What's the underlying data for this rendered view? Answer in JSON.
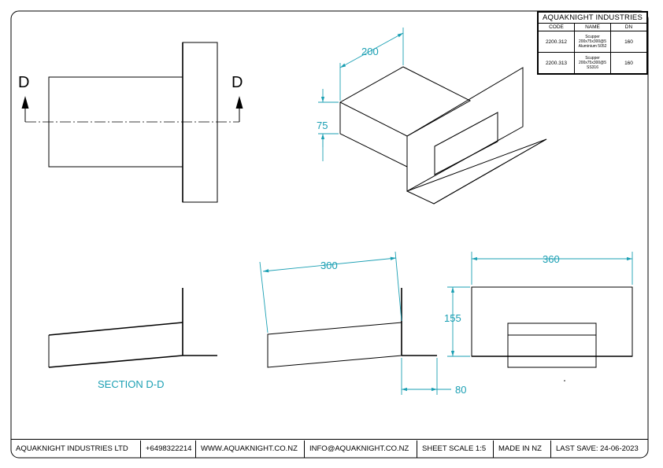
{
  "title_block": {
    "company": "AQUAKNIGHT INDUSTRIES",
    "headers": {
      "code": "CODE",
      "name": "NAME",
      "dn": "DN"
    },
    "rows": [
      {
        "code": "2200.312",
        "name": [
          "Scupper",
          "200x75x300@5",
          "Aluminium 5052"
        ],
        "dn": "160"
      },
      {
        "code": "2200.313",
        "name": [
          "Scupper",
          "200x75x300@5",
          "SS316"
        ],
        "dn": "160"
      }
    ]
  },
  "views": {
    "section_marker_left": "D",
    "section_marker_right": "D",
    "section_label": "SECTION D-D"
  },
  "dimensions": {
    "iso_width": "200",
    "iso_height": "75",
    "length": "300",
    "front_width": "360",
    "front_height": "155",
    "flange": "80"
  },
  "footer": {
    "company": "AQUAKNIGHT INDUSTRIES LTD",
    "phone": "+6498322214",
    "website": "WWW.AQUAKNIGHT.CO.NZ",
    "email": "INFO@AQUAKNIGHT.CO.NZ",
    "scale": "SHEET SCALE 1:5",
    "origin": "MADE IN NZ",
    "last_save": "LAST SAVE: 24-06-2023"
  },
  "colors": {
    "dimension": "#1a9fb3",
    "line": "#000000"
  }
}
